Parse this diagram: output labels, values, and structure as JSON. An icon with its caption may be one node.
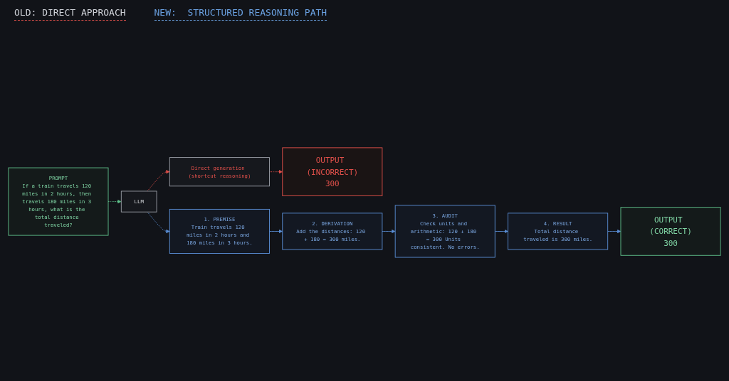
{
  "diagram": {
    "nodes": [
      {
        "text": [
          "PROMPT",
          "If a train travels 120 miles in 2 hours, then travels 180 miles in 3 hours, what is the total distance traveled?"
        ]
      },
      {
        "text": [
          "LLM"
        ]
      },
      {
        "text": [
          "Direct generation (shortcut reasoning)"
        ]
      },
      {
        "text": [
          "OUTPUT (INCORRECT)",
          "300"
        ]
      },
      {
        "text": [
          "1. PREMISE",
          "Train travels 120 miles in 2 hours and 180 miles in 3 hours."
        ]
      },
      {
        "text": [
          "2. DERIVATION",
          "Add the distances: 120 + 180 = 300 miles."
        ]
      },
      {
        "text": [
          "3. AUDIT",
          "Check units and arithmetic: 120 + 180 = 300 Units consistent. No errors."
        ]
      },
      {
        "text": [
          "4. RESULT",
          "Total distance traveled is 300 miles."
        ]
      },
      {
        "text": [
          "OUTPUT (CORRECT)",
          "300"
        ]
      }
    ],
    "edges": [
      {
        "from": 0,
        "to": 1,
        "arrow": "to",
        "style": "dashed",
        "color": "#5fbf8a"
      },
      {
        "from": 1,
        "to": 2,
        "arrow": "to",
        "style": "dashed",
        "color": "#e0504a"
      },
      {
        "from": 2,
        "to": 3,
        "arrow": "to",
        "style": "dashed",
        "color": "#e0504a"
      },
      {
        "from": 1,
        "to": 4,
        "arrow": "to",
        "style": "dashed"
      },
      {
        "from": 4,
        "to": 5,
        "arrow": "to"
      },
      {
        "from": 5,
        "to": 6,
        "arrow": "to"
      },
      {
        "from": 6,
        "to": 7,
        "arrow": "to"
      },
      {
        "from": 7,
        "to": 8,
        "arrow": "to"
      }
    ],
    "labels": [
      "OLD: DIRECT APPROACH",
      "NEW:  STRUCTURED REASONING PATH"
    ]
  }
}
